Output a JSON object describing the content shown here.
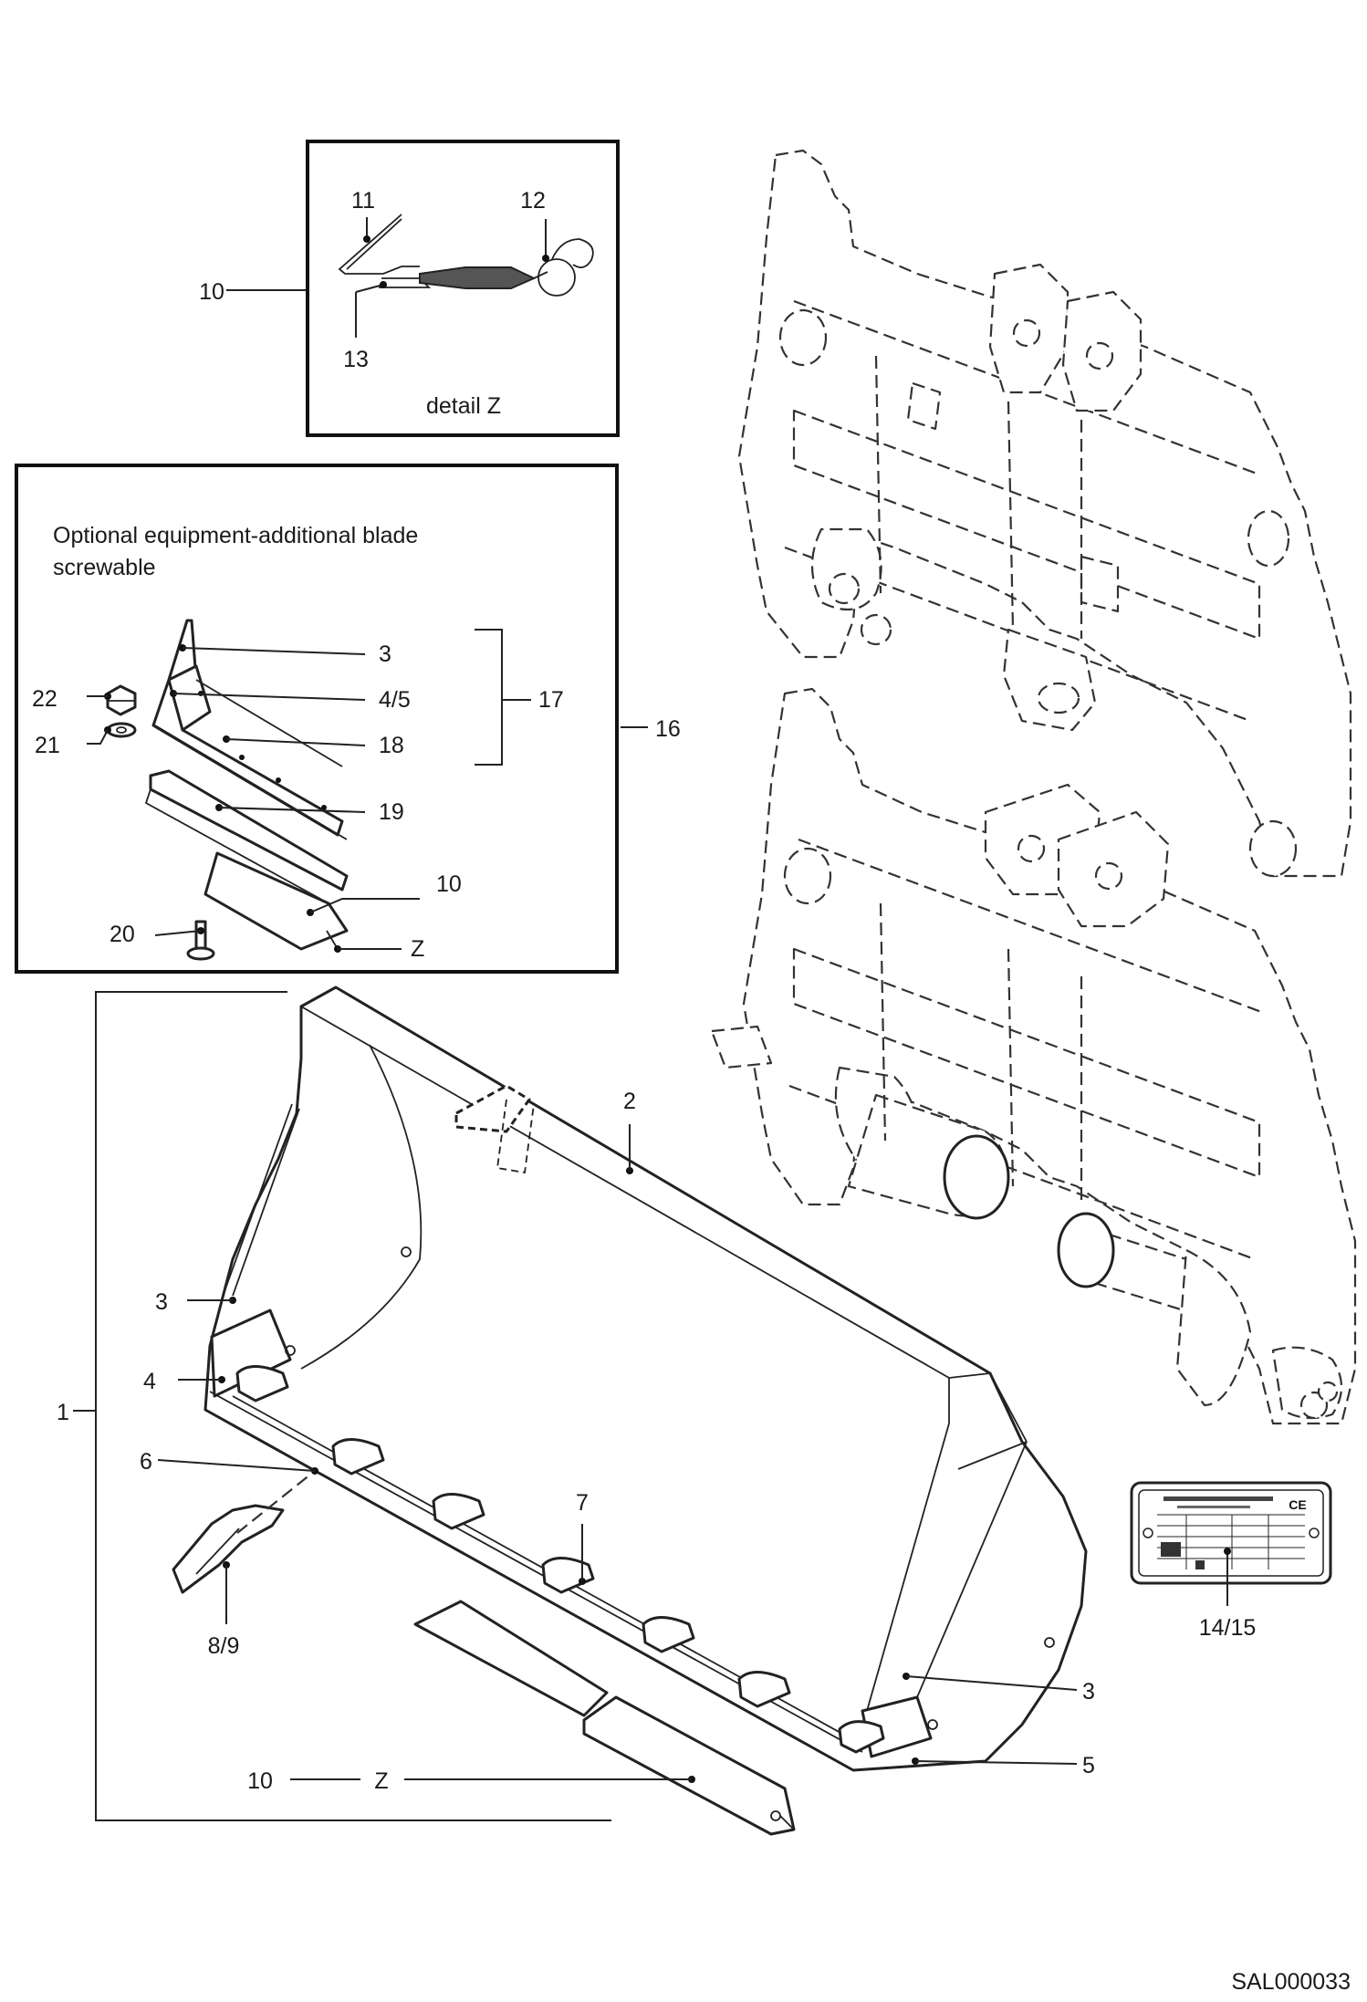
{
  "detail_box": {
    "caption": "detail Z",
    "labels": {
      "l10": "10",
      "l11": "11",
      "l12": "12",
      "l13": "13"
    }
  },
  "optional_box": {
    "title_line1": "Optional equipment-additional blade",
    "title_line2": "screwable",
    "labels": {
      "l3": "3",
      "l45": "4/5",
      "l17": "17",
      "l16": "16",
      "l18": "18",
      "l19": "19",
      "l22": "22",
      "l21": "21",
      "l10": "10",
      "l20": "20",
      "lz": "Z"
    }
  },
  "bucket": {
    "labels": {
      "l1": "1",
      "l2": "2",
      "l3a": "3",
      "l4": "4",
      "l6": "6",
      "l7": "7",
      "l89": "8/9",
      "l3b": "3",
      "l5": "5",
      "l10": "10",
      "lz": "Z"
    }
  },
  "plate": {
    "label": "14/15",
    "ce": "CE"
  },
  "drawing_id": "SAL000033"
}
